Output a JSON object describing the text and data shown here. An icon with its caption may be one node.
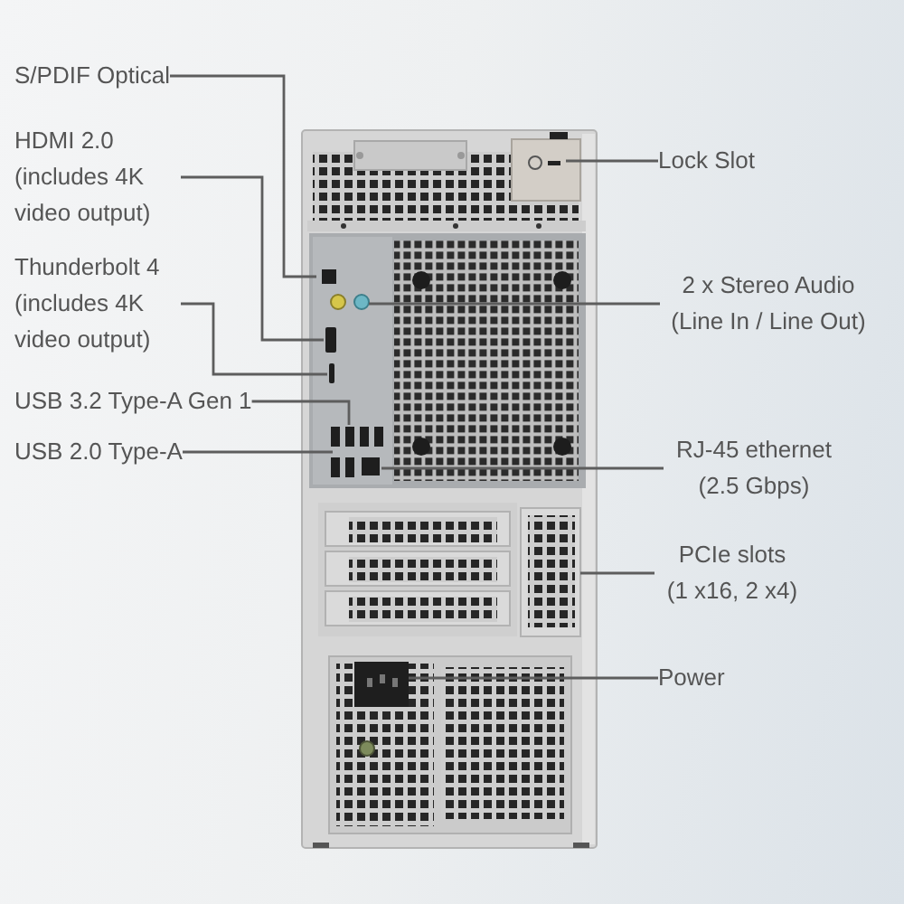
{
  "diagram": {
    "nodes": [
      {
        "text": [
          "S/PDIF Optical"
        ]
      },
      {
        "text": [
          "HDMI 2.0 (includes 4K video output)"
        ]
      },
      {
        "text": [
          "Thunderbolt 4 (includes 4K video output)"
        ]
      },
      {
        "text": [
          "USB 3.2 Type-A Gen 1"
        ]
      },
      {
        "text": [
          "USB 2.0 Type-A"
        ]
      },
      {
        "text": [
          "Lock Slot"
        ]
      },
      {
        "text": [
          "2 x Stereo Audio (Line In / Line Out)"
        ]
      },
      {
        "text": [
          "RJ-45 ethernet (2.5 Gbps)"
        ]
      },
      {
        "text": [
          "PCIe slots (1 x16, 2 x4)"
        ]
      },
      {
        "text": [
          "Power"
        ]
      }
    ],
    "edges": [
      {
        "from": 0,
        "to": null,
        "arrow": "none"
      },
      {
        "from": 1,
        "to": null,
        "arrow": "none"
      },
      {
        "from": 2,
        "to": null,
        "arrow": "none"
      },
      {
        "from": 3,
        "to": null,
        "arrow": "none"
      },
      {
        "from": 4,
        "to": null,
        "arrow": "none"
      },
      {
        "from": 5,
        "to": null,
        "arrow": "none"
      },
      {
        "from": 6,
        "to": null,
        "arrow": "none"
      },
      {
        "from": 7,
        "to": null,
        "arrow": "none"
      },
      {
        "from": 8,
        "to": null,
        "arrow": "none"
      },
      {
        "from": 9,
        "to": null,
        "arrow": "none"
      }
    ]
  }
}
